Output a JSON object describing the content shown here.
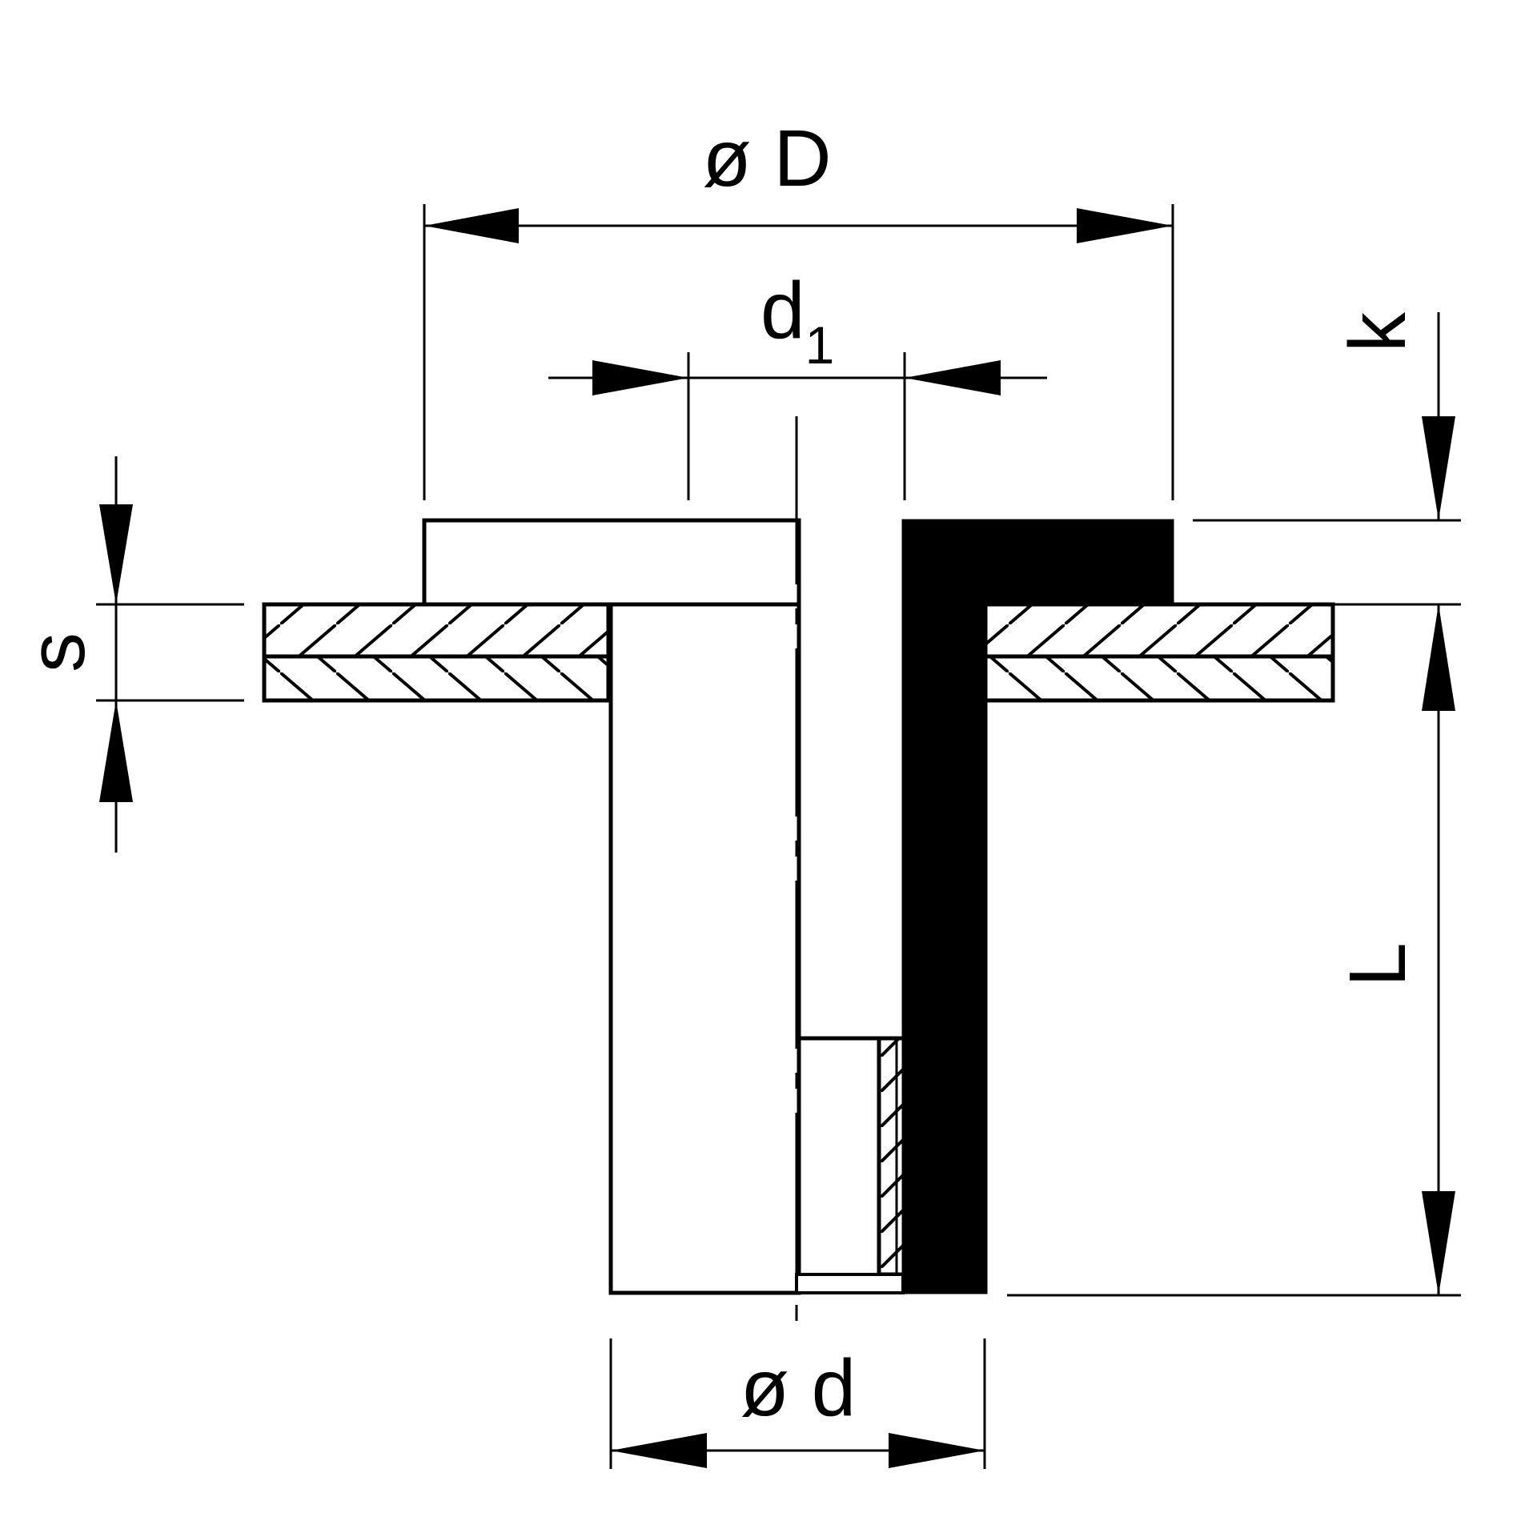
{
  "labels": {
    "outer_diameter": "ø D",
    "inner_diameter": "d",
    "inner_diameter_sub": "1",
    "bore_diameter": "ø d",
    "thickness": "s",
    "head_height": "k",
    "length": "L"
  },
  "colors": {
    "ink": "#000000",
    "paper": "#ffffff"
  }
}
